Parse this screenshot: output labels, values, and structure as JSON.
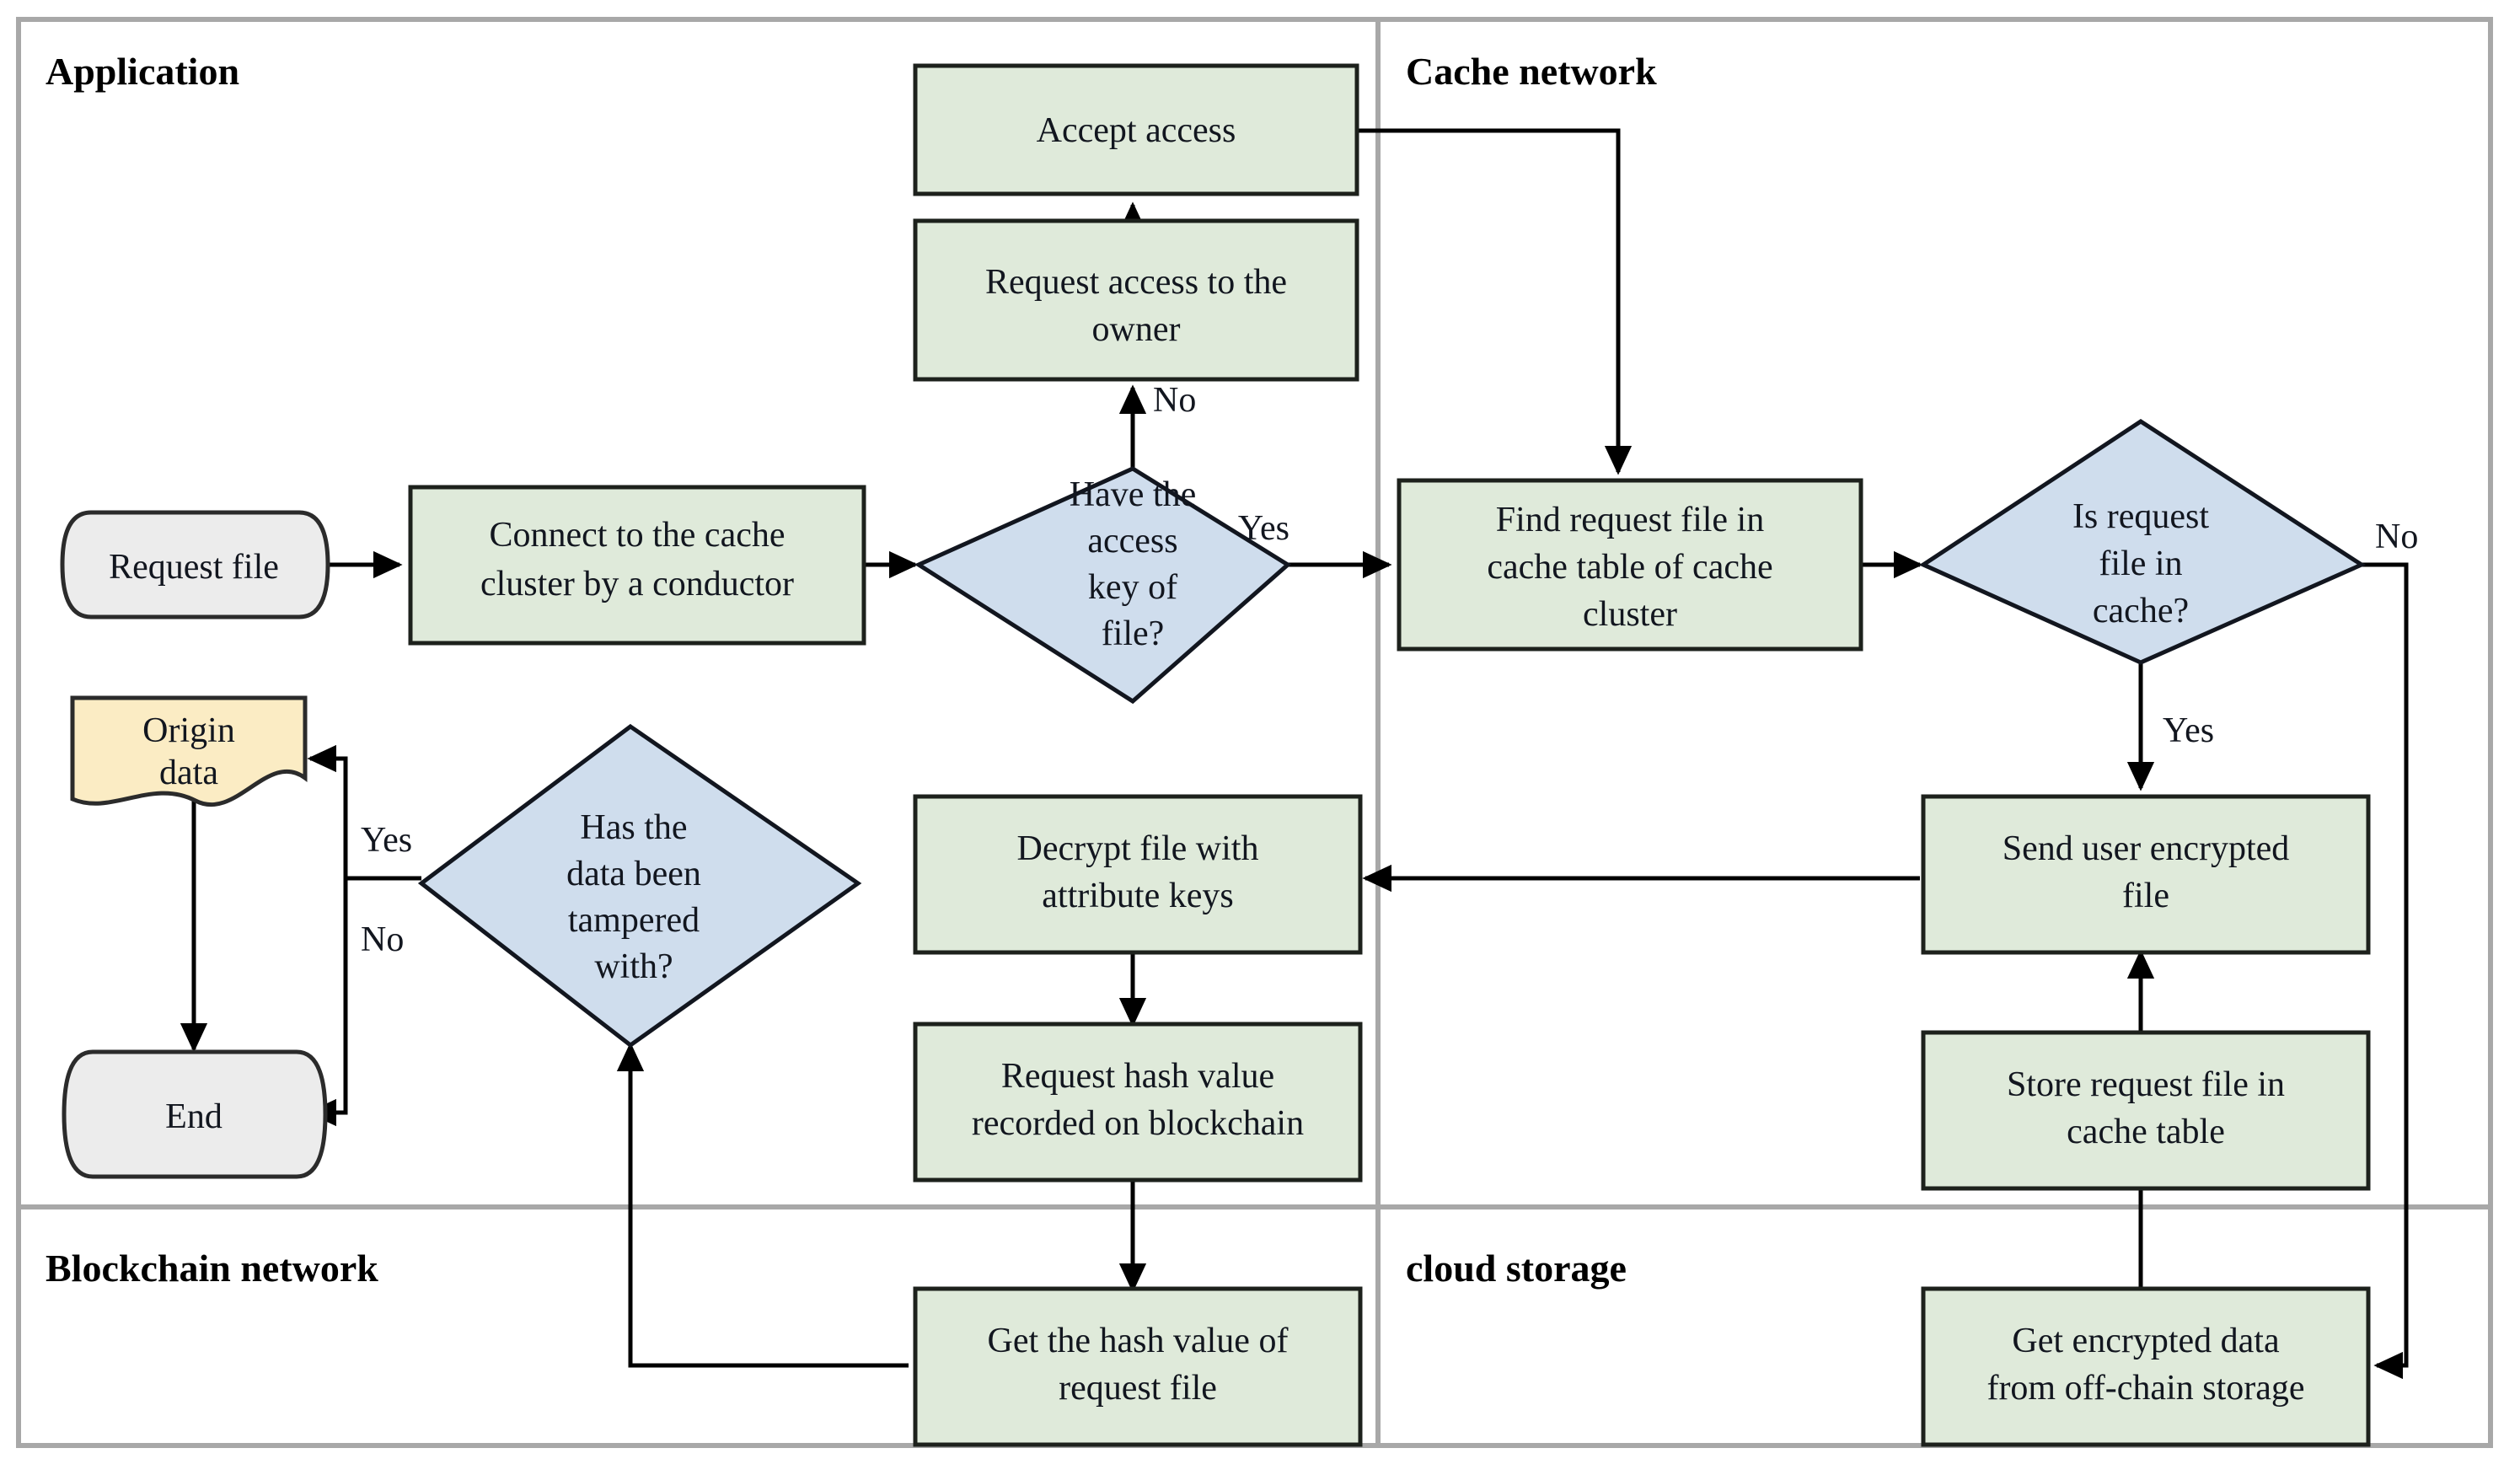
{
  "diagram": {
    "type": "flowchart",
    "lanes": [
      {
        "id": "application",
        "title": "Application"
      },
      {
        "id": "cache-network",
        "title": "Cache network"
      },
      {
        "id": "blockchain-network",
        "title": "Blockchain network"
      },
      {
        "id": "cloud-storage",
        "title": "cloud storage"
      }
    ],
    "colors": {
      "process_fill": "#dfeada",
      "decision_fill": "#cfdded",
      "terminator_fill": "#ececec",
      "document_fill": "#fbecc4",
      "stroke": "#12161f",
      "frame": "#a8a8a8",
      "text": "#12161f"
    },
    "nodes": [
      {
        "id": "request-file",
        "shape": "terminator",
        "lane": "application",
        "label": "Request file"
      },
      {
        "id": "connect-cache",
        "shape": "process",
        "lane": "application",
        "label": "Connect to the cache cluster by a conductor"
      },
      {
        "id": "have-access-key",
        "shape": "decision",
        "lane": "application",
        "label": "Have the access key of file?"
      },
      {
        "id": "request-access-owner",
        "shape": "process",
        "lane": "application",
        "label": "Request access to the owner"
      },
      {
        "id": "accept-access",
        "shape": "process",
        "lane": "application",
        "label": "Accept access"
      },
      {
        "id": "find-request-file",
        "shape": "process",
        "lane": "cache-network",
        "label": "Find request file in cache table of cache cluster"
      },
      {
        "id": "is-request-in-cache",
        "shape": "decision",
        "lane": "cache-network",
        "label": "Is request file in cache?"
      },
      {
        "id": "send-user-encrypted",
        "shape": "process",
        "lane": "cache-network",
        "label": "Send user encrypted file"
      },
      {
        "id": "store-request-file",
        "shape": "process",
        "lane": "cache-network",
        "label": "Store request file  in cache table"
      },
      {
        "id": "get-encrypted-data",
        "shape": "process",
        "lane": "cloud-storage",
        "label": "Get encrypted data from off-chain storage"
      },
      {
        "id": "decrypt-file",
        "shape": "process",
        "lane": "application",
        "label": "Decrypt file with attribute keys"
      },
      {
        "id": "request-hash-value",
        "shape": "process",
        "lane": "application",
        "label": "Request hash value recorded on blockchain"
      },
      {
        "id": "get-hash-value",
        "shape": "process",
        "lane": "blockchain-network",
        "label": "Get the hash value of request file"
      },
      {
        "id": "has-been-tampered",
        "shape": "decision",
        "lane": "application",
        "label": "Has the data been tampered with?"
      },
      {
        "id": "origin-data",
        "shape": "document",
        "lane": "application",
        "label": "Origin data"
      },
      {
        "id": "end",
        "shape": "terminator",
        "lane": "application",
        "label": "End"
      }
    ],
    "node_lines": {
      "request-file": [
        "Request file"
      ],
      "connect-cache": [
        "Connect to the cache",
        "cluster by a conductor"
      ],
      "have-access-key": [
        "Have the",
        "access",
        "key of",
        "file?"
      ],
      "request-access-owner": [
        "Request access to the",
        "owner"
      ],
      "accept-access": [
        "Accept access"
      ],
      "find-request-file": [
        "Find request file in",
        "cache table of cache",
        "cluster"
      ],
      "is-request-in-cache": [
        "Is request",
        "file in",
        "cache?"
      ],
      "send-user-encrypted": [
        "Send user encrypted",
        "file"
      ],
      "store-request-file": [
        "Store request file  in",
        "cache table"
      ],
      "get-encrypted-data": [
        "Get encrypted data",
        "from off-chain storage"
      ],
      "decrypt-file": [
        "Decrypt file with",
        "attribute keys"
      ],
      "request-hash-value": [
        "Request hash value",
        "recorded on blockchain"
      ],
      "get-hash-value": [
        "Get the hash value of",
        "request file"
      ],
      "has-been-tampered": [
        "Has the",
        "data been",
        "tampered",
        "with?"
      ],
      "origin-data": [
        "Origin",
        "data"
      ],
      "end": [
        "End"
      ]
    },
    "edges": [
      {
        "id": "e-request-connect",
        "from": "request-file",
        "to": "connect-cache",
        "label": ""
      },
      {
        "id": "e-connect-decision",
        "from": "connect-cache",
        "to": "have-access-key",
        "label": ""
      },
      {
        "id": "e-decision-no",
        "from": "have-access-key",
        "to": "request-access-owner",
        "label": "No"
      },
      {
        "id": "e-owner-accept",
        "from": "request-access-owner",
        "to": "accept-access",
        "label": ""
      },
      {
        "id": "e-accept-find",
        "from": "accept-access",
        "to": "find-request-file",
        "label": ""
      },
      {
        "id": "e-decision-yes",
        "from": "have-access-key",
        "to": "find-request-file",
        "label": "Yes"
      },
      {
        "id": "e-find-iscache",
        "from": "find-request-file",
        "to": "is-request-in-cache",
        "label": ""
      },
      {
        "id": "e-iscache-yes",
        "from": "is-request-in-cache",
        "to": "send-user-encrypted",
        "label": "Yes"
      },
      {
        "id": "e-iscache-no",
        "from": "is-request-in-cache",
        "to": "get-encrypted-data",
        "label": "No"
      },
      {
        "id": "e-getencrypted-store",
        "from": "get-encrypted-data",
        "to": "store-request-file",
        "label": ""
      },
      {
        "id": "e-store-send",
        "from": "store-request-file",
        "to": "send-user-encrypted",
        "label": ""
      },
      {
        "id": "e-send-decrypt",
        "from": "send-user-encrypted",
        "to": "decrypt-file",
        "label": ""
      },
      {
        "id": "e-decrypt-requesthash",
        "from": "decrypt-file",
        "to": "request-hash-value",
        "label": ""
      },
      {
        "id": "e-requesthash-gethash",
        "from": "request-hash-value",
        "to": "get-hash-value",
        "label": ""
      },
      {
        "id": "e-gethash-tampered",
        "from": "get-hash-value",
        "to": "has-been-tampered",
        "label": ""
      },
      {
        "id": "e-tampered-yes",
        "from": "has-been-tampered",
        "to": "origin-data",
        "label": "Yes"
      },
      {
        "id": "e-tampered-no",
        "from": "has-been-tampered",
        "to": "end",
        "label": "No"
      },
      {
        "id": "e-origin-end",
        "from": "origin-data",
        "to": "end",
        "label": ""
      }
    ],
    "edge_labels": {
      "decision-no": "No",
      "decision-yes": "Yes",
      "iscache-yes": "Yes",
      "iscache-no": "No",
      "tampered-yes": "Yes",
      "tampered-no": "No"
    }
  }
}
